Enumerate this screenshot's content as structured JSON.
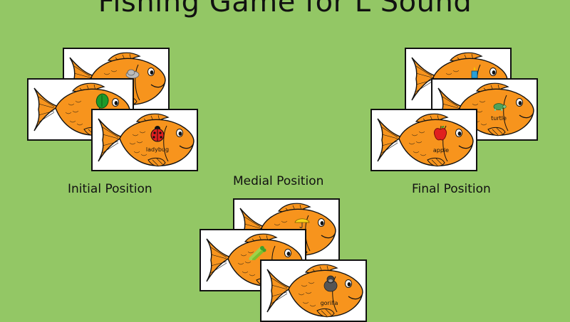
{
  "title": "Fishing Game for L Sound",
  "groups": {
    "initial": {
      "label": "Initial Position",
      "words": [
        "ladybug",
        "lettuce",
        "cloud"
      ]
    },
    "medial": {
      "label": "Medial Position",
      "words": [
        "gorilla",
        "celery",
        "umbrella"
      ]
    },
    "final": {
      "label": "Final Position",
      "words": [
        "apple",
        "turtle",
        "candle"
      ]
    }
  },
  "colors": {
    "background": "#93c765",
    "fish": "#f7941d",
    "fish_outline": "#111111",
    "card": "#ffffff"
  }
}
